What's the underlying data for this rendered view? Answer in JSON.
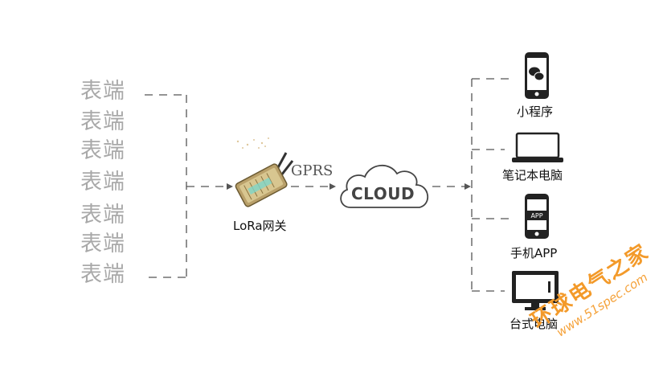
{
  "left_nodes": [
    "表端",
    "表端",
    "表端",
    "表端",
    "表端",
    "表端",
    "表端"
  ],
  "gateway": {
    "label": "LoRa网关",
    "link_label": "GPRS",
    "icon": "lora-gateway-icon"
  },
  "cloud": {
    "label": "CLOUD",
    "icon": "cloud-icon"
  },
  "right_nodes": [
    {
      "label": "小程序",
      "icon": "phone-wechat-icon"
    },
    {
      "label": "笔记本电脑",
      "icon": "laptop-icon"
    },
    {
      "label": "手机APP",
      "icon": "phone-app-icon",
      "screen_text": "APP"
    },
    {
      "label": "台式电脑",
      "icon": "desktop-monitor-icon"
    }
  ],
  "watermark": {
    "main": "环球电气之家",
    "url": "www.51spec.com"
  },
  "colors": {
    "line": "#555555",
    "meter_text": "#a9a9a9",
    "watermark": "#f39a2a"
  }
}
